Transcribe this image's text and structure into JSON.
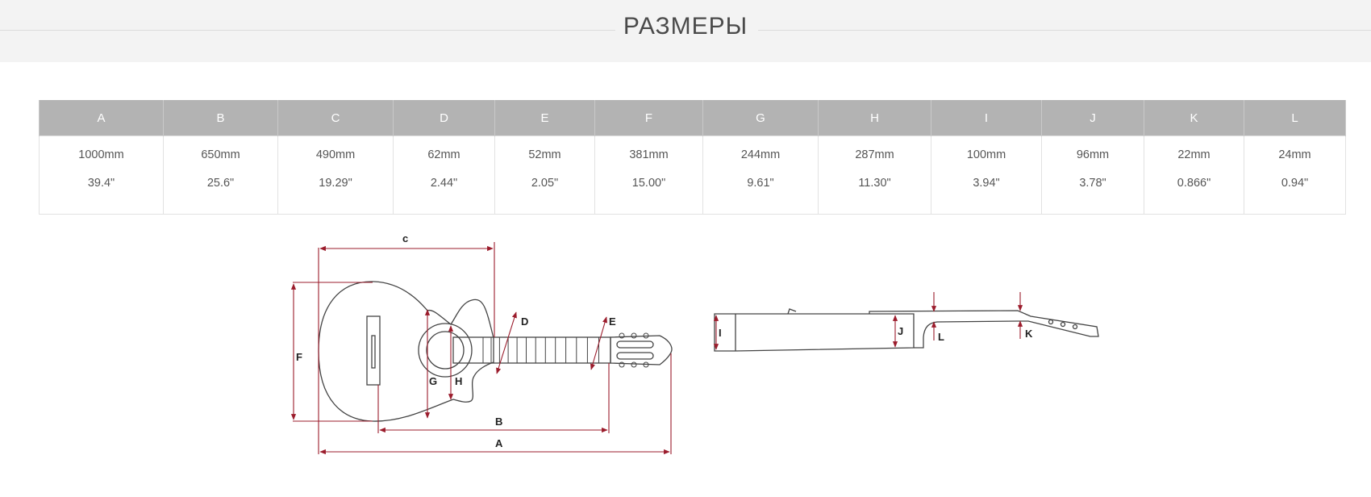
{
  "section": {
    "title": "РАЗМЕРЫ"
  },
  "table": {
    "columns": [
      "A",
      "B",
      "C",
      "D",
      "E",
      "F",
      "G",
      "H",
      "I",
      "J",
      "K",
      "L"
    ],
    "mm": [
      "1000mm",
      "650mm",
      "490mm",
      "62mm",
      "52mm",
      "381mm",
      "244mm",
      "287mm",
      "100mm",
      "96mm",
      "22mm",
      "24mm"
    ],
    "inch": [
      "39.4\"",
      "25.6\"",
      "19.29\"",
      "2.44\"",
      "2.05\"",
      "15.00\"",
      "9.61\"",
      "11.30\"",
      "3.94\"",
      "3.78\"",
      "0.866\"",
      "0.94\""
    ]
  },
  "diagram": {
    "front_labels": {
      "A": "A",
      "B": "B",
      "c": "c",
      "D": "D",
      "E": "E",
      "F": "F",
      "G": "G",
      "H": "H"
    },
    "side_labels": {
      "I": "I",
      "J": "J",
      "K": "K",
      "L": "L"
    },
    "colors": {
      "dimension": "#9b1c2c",
      "outline": "#444444"
    }
  }
}
